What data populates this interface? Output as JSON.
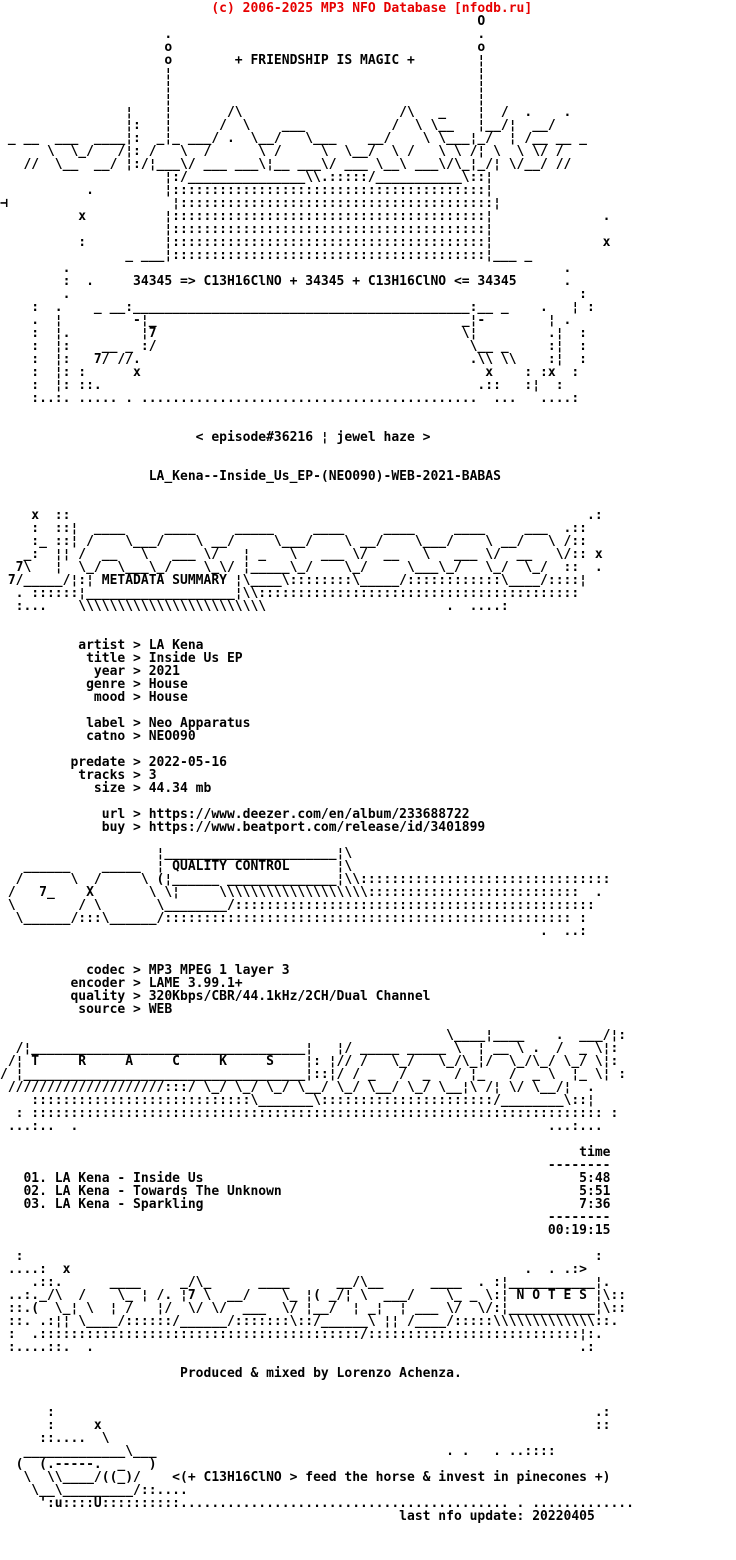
{
  "site_header": {
    "text": "(c) 2006-2025 MP3 NFO Database [nfodb.ru]",
    "color": "#e60000"
  },
  "release": {
    "motto": "+ FRIENDSHIP IS MAGIC +",
    "formula_line": "34345 => C13H16ClNO + 34345 + C13H16ClNO <= 34345",
    "episode_line": "< episode#36216 ¦ jewel haze >",
    "release_name": "LA_Kena--Inside_Us_EP-(NEO090)-WEB-2021-BABAS",
    "section_titles": [
      "METADATA SUMMARY",
      "QUALITY CONTROL",
      "TRACKS",
      "NOTES"
    ],
    "metadata": {
      "artist": "LA Kena",
      "title": "Inside Us EP",
      "year": "2021",
      "genre": "House",
      "mood": "House",
      "label": "Neo Apparatus",
      "catno": "NEO090",
      "predate": "2022-05-16",
      "tracks": "3",
      "size": "44.34 mb",
      "url": "https://www.deezer.com/en/album/233688722",
      "buy": "https://www.beatport.com/release/id/3401899"
    },
    "quality": {
      "codec": "MP3 MPEG 1 layer 3",
      "encoder": "LAME 3.99.1+",
      "quality": "320Kbps/CBR/44.1kHz/2CH/Dual Channel",
      "source": "WEB"
    },
    "tracklist_header": "time",
    "tracklist": [
      {
        "no": "01.",
        "title": "LA Kena - Inside Us",
        "time": "5:48"
      },
      {
        "no": "02.",
        "title": "LA Kena - Towards The Unknown",
        "time": "5:51"
      },
      {
        "no": "03.",
        "title": "LA Kena - Sparkling",
        "time": "7:36"
      }
    ],
    "total_time": "00:19:15",
    "notes": "Produced & mixed by Lorenzo Achenza.",
    "footer_line": "<(+ C13H16ClNO > feed the horse & invest in pinecones +)",
    "last_nfo_update_label": "last nfo update:",
    "last_nfo_update": "20220405"
  },
  "nfo_lines": [
    "                                                             O",
    "                     .                                       .",
    "                     o                                       o",
    "                     o        + FRIENDSHIP IS MAGIC +        ¦",
    "                     ¦                                       ¦",
    "                     ¦                                       ¦",
    "                     ¦                                       ¦",
    "                ¦    ¦       /\\                    /\\   _    ¦  /  .    .",
    "                ¦:   ¦      /  \\    ___           /  \\ \\__   ¦__/¦  __/",
    " _ __  ___  ____¦:  _¦_ ___/ .  \\__/   \\___    __/    \\ \\___¦_/  ¦ /__ __ _",
    "      \\  \\_/   /¦: /   \\  /      \\ /     \\  \\__/  \\ /   \\ \\ /¦ \\  \\ \\/ /",
    "   //  \\__  __/ ¦:/¦___\\/ ___ ___\\¦__ ___\\/ ___ \\__\\ ___\\/\\_¦_/¦ \\/__/ //",
    "                     ¦:/_______________\\\\.:::::/___________\\::¦",
    "           .         ¦::::::::::::::::::::::::::::::::::::::::¦",
    "⊣                     ¦::::::::::::::::::::::::::::::::::::::::¦",
    "          x          ¦::::::::::::::::::::::::::::::::::::::::¦              .",
    "                     ¦::::::::::::::::::::::::::::::::::::::::¦",
    "          :          ¦::::::::::::::::::::::::::::::::::::::::¦              x",
    "                _ ___¦::::::::::::::::::::::::::::::::::::::::¦___ _",
    "        .                                                               .",
    "        :  .     34345 => C13H16ClNO + 34345 + C13H16ClNO <= 34345      .",
    "        .                                                                 :",
    "    :  .    _ __:___________________________________________:__ _    .   ¦ :",
    "    .  ¦         -¦_                                       _¦-        ¦ .",
    "    :  ¦.         ¦7                                       \\¦         .¦  :",
    "    :  ¦:    __ _ :/                                        \\__ _     :¦  :",
    "    :  ¦:   7/ //.                                          .\\\\ \\\\    :¦  :",
    "    :  ¦: :      x                                            x    : :x  :",
    "    :  ¦: ::.                                                .::   :¦  :",
    "    :..:. ..... . ...........................................  ...   ....:",
    "",
    "",
    "                         < episode#36216 ¦ jewel haze >",
    "",
    "",
    "                   LA_Kena--Inside_Us_EP-(NEO090)-WEB-2021-BABAS",
    "",
    "",
    "    x  ::                                                                  .:",
    "    :  ::¦  ____     ____     _____     ____     ____     ____     ___  .::",
    "    :_ ::¦ /    \\___/    \\ __/     \\___/    \\ __/    \\___/    \\ __/   \\ /::",
    "   _:  ¦¦ /  __   \\   ___ \\/   ¦ _   \\   ___ \\/  __   \\   ___ \\/  __   \\/:: x",
    "  7\\   ¦  \\_/  \\___\\_/    \\_\\/ ¦_____\\_/    \\_/     \\___\\_/   \\_/  \\_/  ::  .",
    " 7/_____/¦:¦ METADATA SUMMARY ¦\\____\\::::::::\\_____/::::::::::::\\____/::::¦",
    "  . ::::::¦___________________¦\\\\:::::::::::::::::::::::::::::::::::::::::",
    "  :...    \\\\\\\\\\\\\\\\\\\\\\\\\\\\\\\\\\\\\\\\\\\\\\\\                       .  ....:",
    "",
    "",
    "          artist > LA Kena",
    "           title > Inside Us EP",
    "            year > 2021",
    "           genre > House",
    "            mood > House",
    "",
    "           label > Neo Apparatus",
    "           catno > NEO090",
    "",
    "         predate > 2022-05-16",
    "          tracks > 3",
    "            size > 44.34 mb",
    "",
    "             url > https://www.deezer.com/en/album/233688722",
    "             buy > https://www.beatport.com/release/id/3401899",
    "",
    "                    ¦______________________¦\\",
    "   ______    _____  ¦ QUALITY CONTROL      ¦\\",
    "  /      \\  /     \\ (¦______ ______________¦\\\\::::::::::::::::::::::::::::::::",
    " /   7_    X       \\ \\¦     \\\\\\\\\\\\\\\\\\\\\\\\\\\\\\\\\\\\\\:::::::::::::::::::::::::::  .",
    " \\        / \\       \\________/::::::::::::::::::::::::::::::::::::::::::::::",
    "  \\______/:::\\______/:::::::::::::::::::::::::::::::::::::::::::::::::::: :",
    "                                                                     .  ..:",
    "",
    "",
    "           codec > MP3 MPEG 1 layer 3",
    "         encoder > LAME 3.99.1+",
    "         quality > 320Kbps/CBR/44.1kHz/2CH/Dual Channel",
    "          source > WEB",
    "",
    "                                                         \\____¦____    .  ___/¦:",
    "  /¦___________________________________¦   ¦/ _____ _____ \\  ¦ __ \\ .  /  _ \\¦:",
    " /¦ T     R     A     C     K     S    ¦: ¦// /   \\_/   \\_/\\_¦/  \\_/\\_/ \\_/ \\¦:",
    "/ ¦____________________________________¦::¦/ / _   /  _   / ¦_   /  _ \\  ¦_ \\¦ :",
    " ////////////////////:::/ \\_/ \\_/ \\_/ \\__/ \\_/ \\__/ \\_/ \\__¦\\ /¦ \\/ \\__/¦  .",
    "    ::::::::::::::::::::::::::::\\_______\\::::::::::::::::::::::/________\\::¦",
    "  : ::::::::::::::::::::::::::::::::::::::::::::::::::::::::::::::::::::::::: :",
    " ...:..  .                                                            ...:...",
    "",
    "                                                                          time",
    "                                                                      --------",
    "   01. LA Kena - Inside Us                                                5:48",
    "   02. LA Kena - Towards The Unknown                                      5:51",
    "   03. LA Kena - Sparkling                                                7:36",
    "                                                                      --------",
    "                                                                      00:19:15",
    "",
    "  :                                                                         :",
    " ....:  x                                                          .  . .:>",
    "    .::.      ____     _/\\_      ____      __/\\__      ____  . :¦___________¦.",
    " ..:._/\\  /    \\_ ¦ /. ¦7 \\  __/    \\_ ¦( _/¦ \\  ___/    \\_ _ \\:¦ N O T E S ¦\\::",
    " ::.(  \\_¦ \\  ¦ /   ¦/  \\/ \\/  ___  \\/ ¦__/  ¦ _¦  ¦ ___ \\/  \\/:¦___________¦\\::",
    " ::. .:¦¦ \\____/::::::/______/:::::::\\::/______\\ ¦¦ /____/:::::\\\\\\\\\\\\\\\\\\\\\\\\\\::.",
    " :  .:::::::::::::::::::::::::::::::::::::::::/:::::::::::::::::::::::::::¦:.",
    " :....::.  .                                                              .:",
    "",
    "                       Produced & mixed by Lorenzo Achenza.",
    "",
    "",
    "      :                                                                     .:",
    "      :     x                                                               ::",
    "     ::....  \\",
    "   _____________\\___                                     . .   . ..::::",
    "  (  (.-----.  _   )",
    "   \\  \\\\____/((_)/    <(+ C13H16ClNO > feed the horse & invest in pinecones +)",
    "    \\__\\_________/::....",
    "     ':u::::U::::::::::.......................................... . .............",
    "                                                   last nfo update: 20220405",
    ""
  ]
}
